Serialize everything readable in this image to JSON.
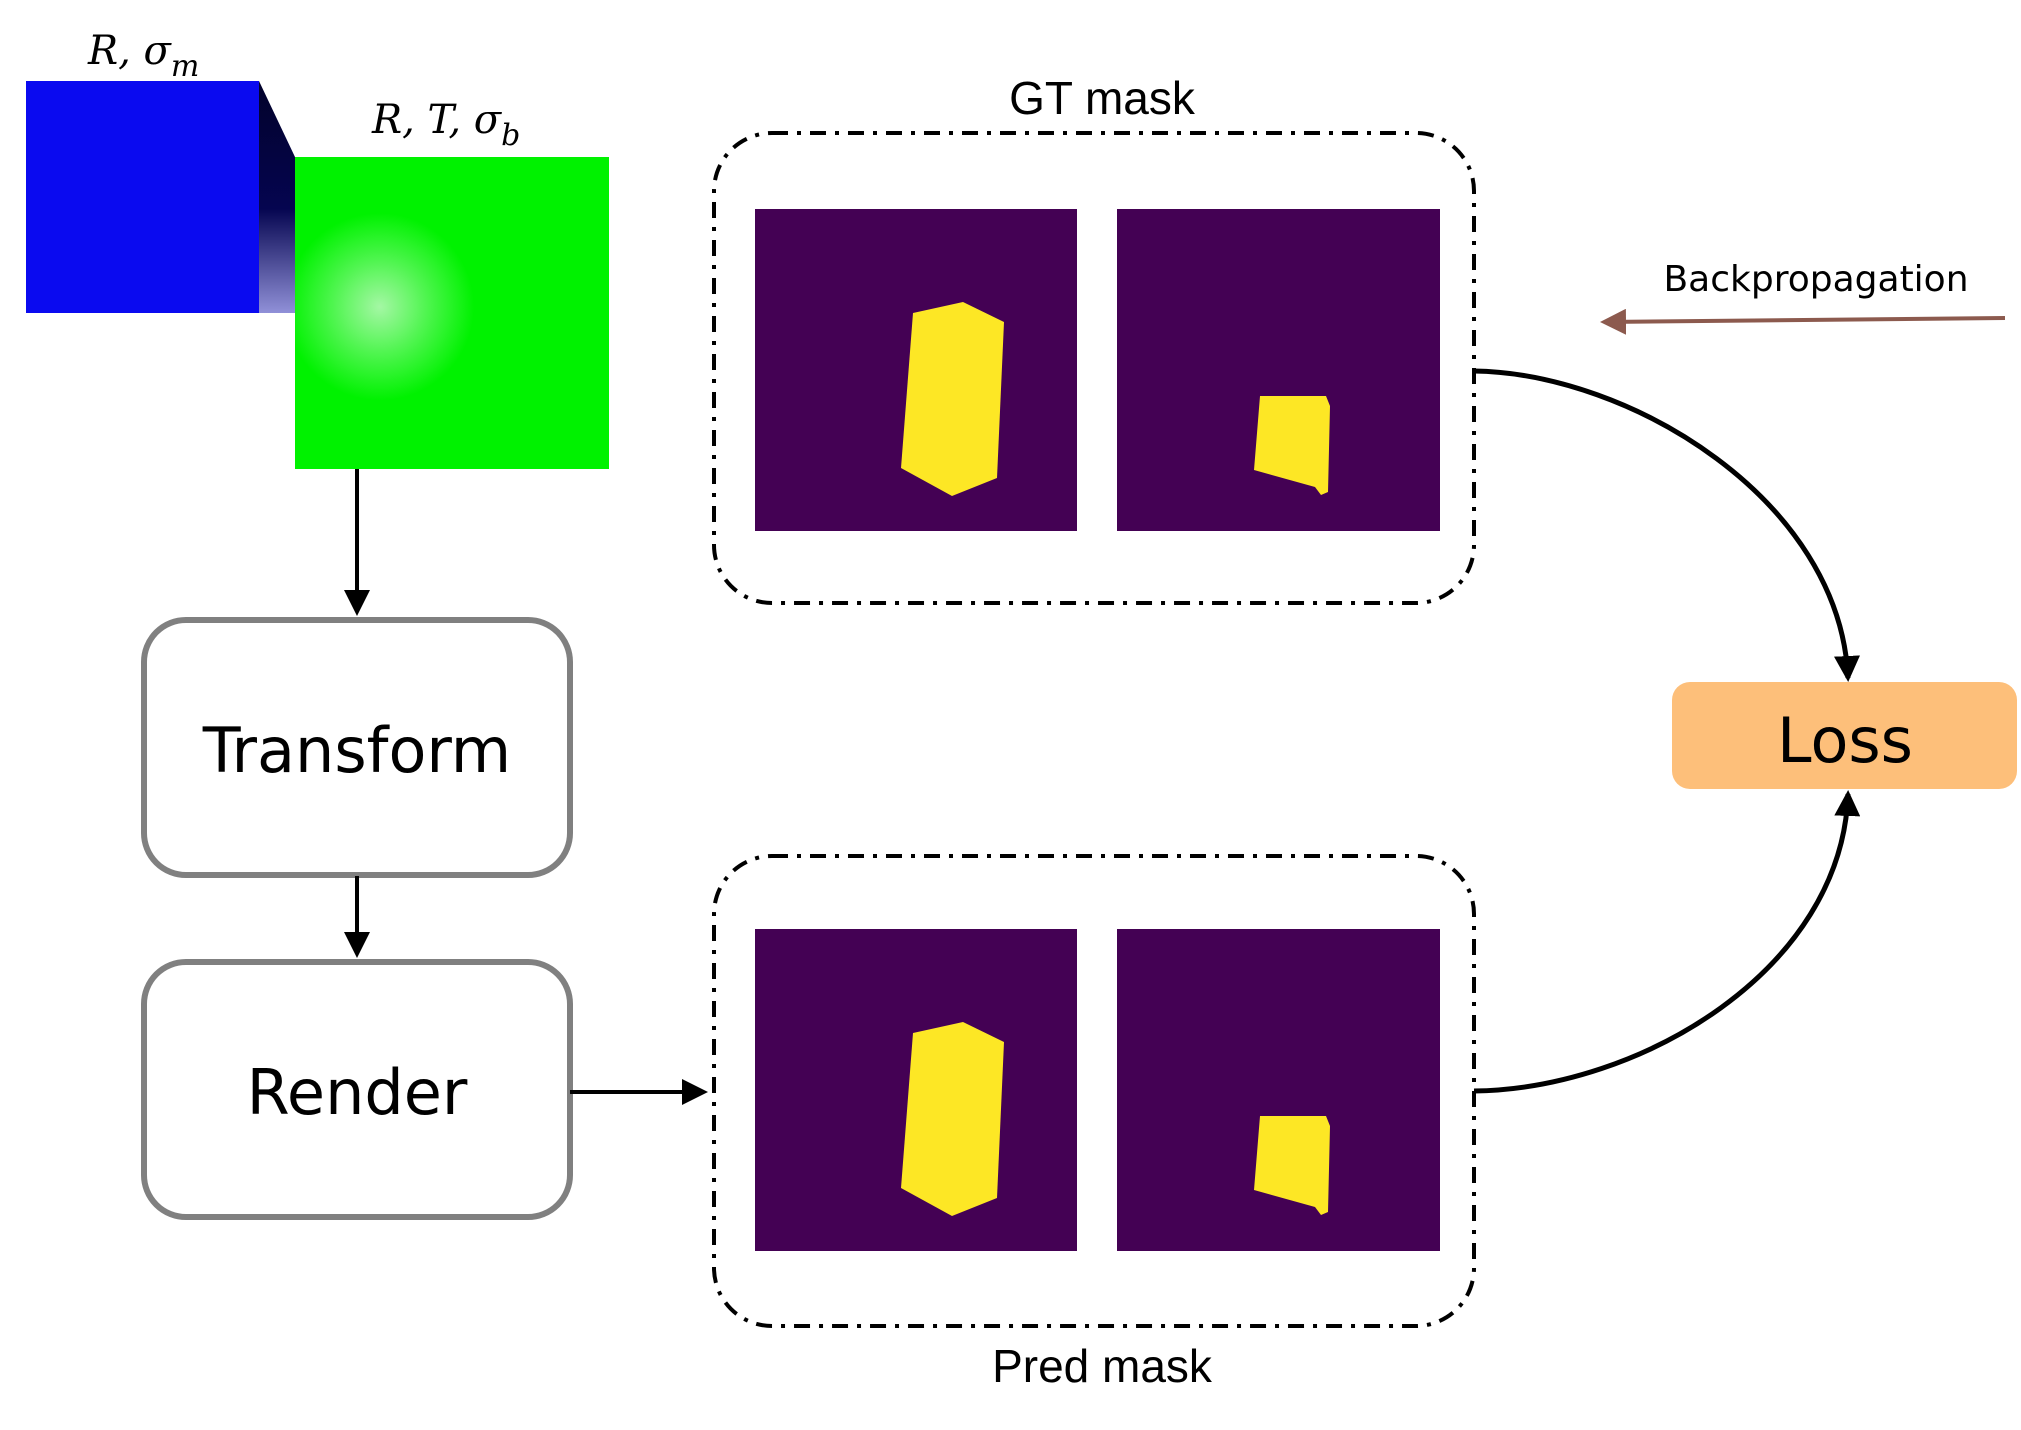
{
  "blocks": {
    "mesh_label": {
      "base": "R, σ",
      "sub": "m"
    },
    "box_label": {
      "base": "R, T, σ",
      "sub": "b"
    }
  },
  "pipeline": {
    "transform_label": "Transform",
    "render_label": "Render"
  },
  "masks": {
    "gt_label": "GT mask",
    "pred_label": "Pred mask",
    "background_color": "#440154",
    "object_color": "#FDE725"
  },
  "loss": {
    "label": "Loss",
    "color": "#FDBF7A"
  },
  "backprop": {
    "label": "Backpropagation",
    "arrow_color": "#8C5A4E"
  },
  "colors": {
    "mesh_block": "#0A0AF0",
    "box_block": "#00F200",
    "process_border": "#808080"
  }
}
